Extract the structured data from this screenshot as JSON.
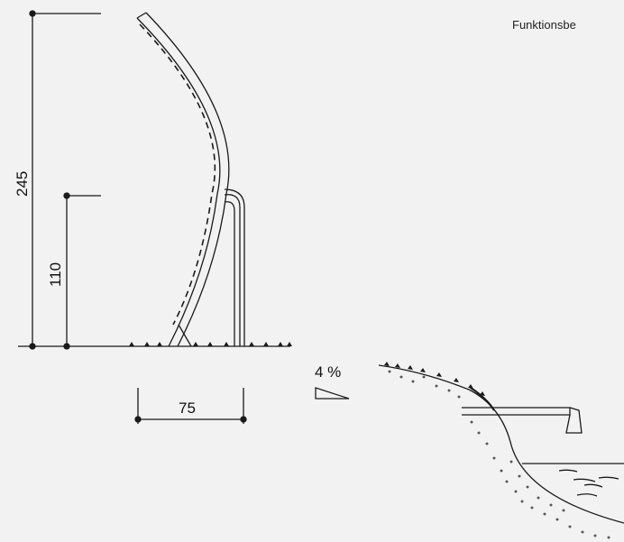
{
  "header": {
    "title": "Funktionsbe"
  },
  "dimensions": {
    "overall_height": "245",
    "pipe_height": "110",
    "base_width": "75"
  },
  "slope": {
    "label": "4 %"
  },
  "colors": {
    "line": "#1a1a1a",
    "background": "#f2f2f2"
  }
}
